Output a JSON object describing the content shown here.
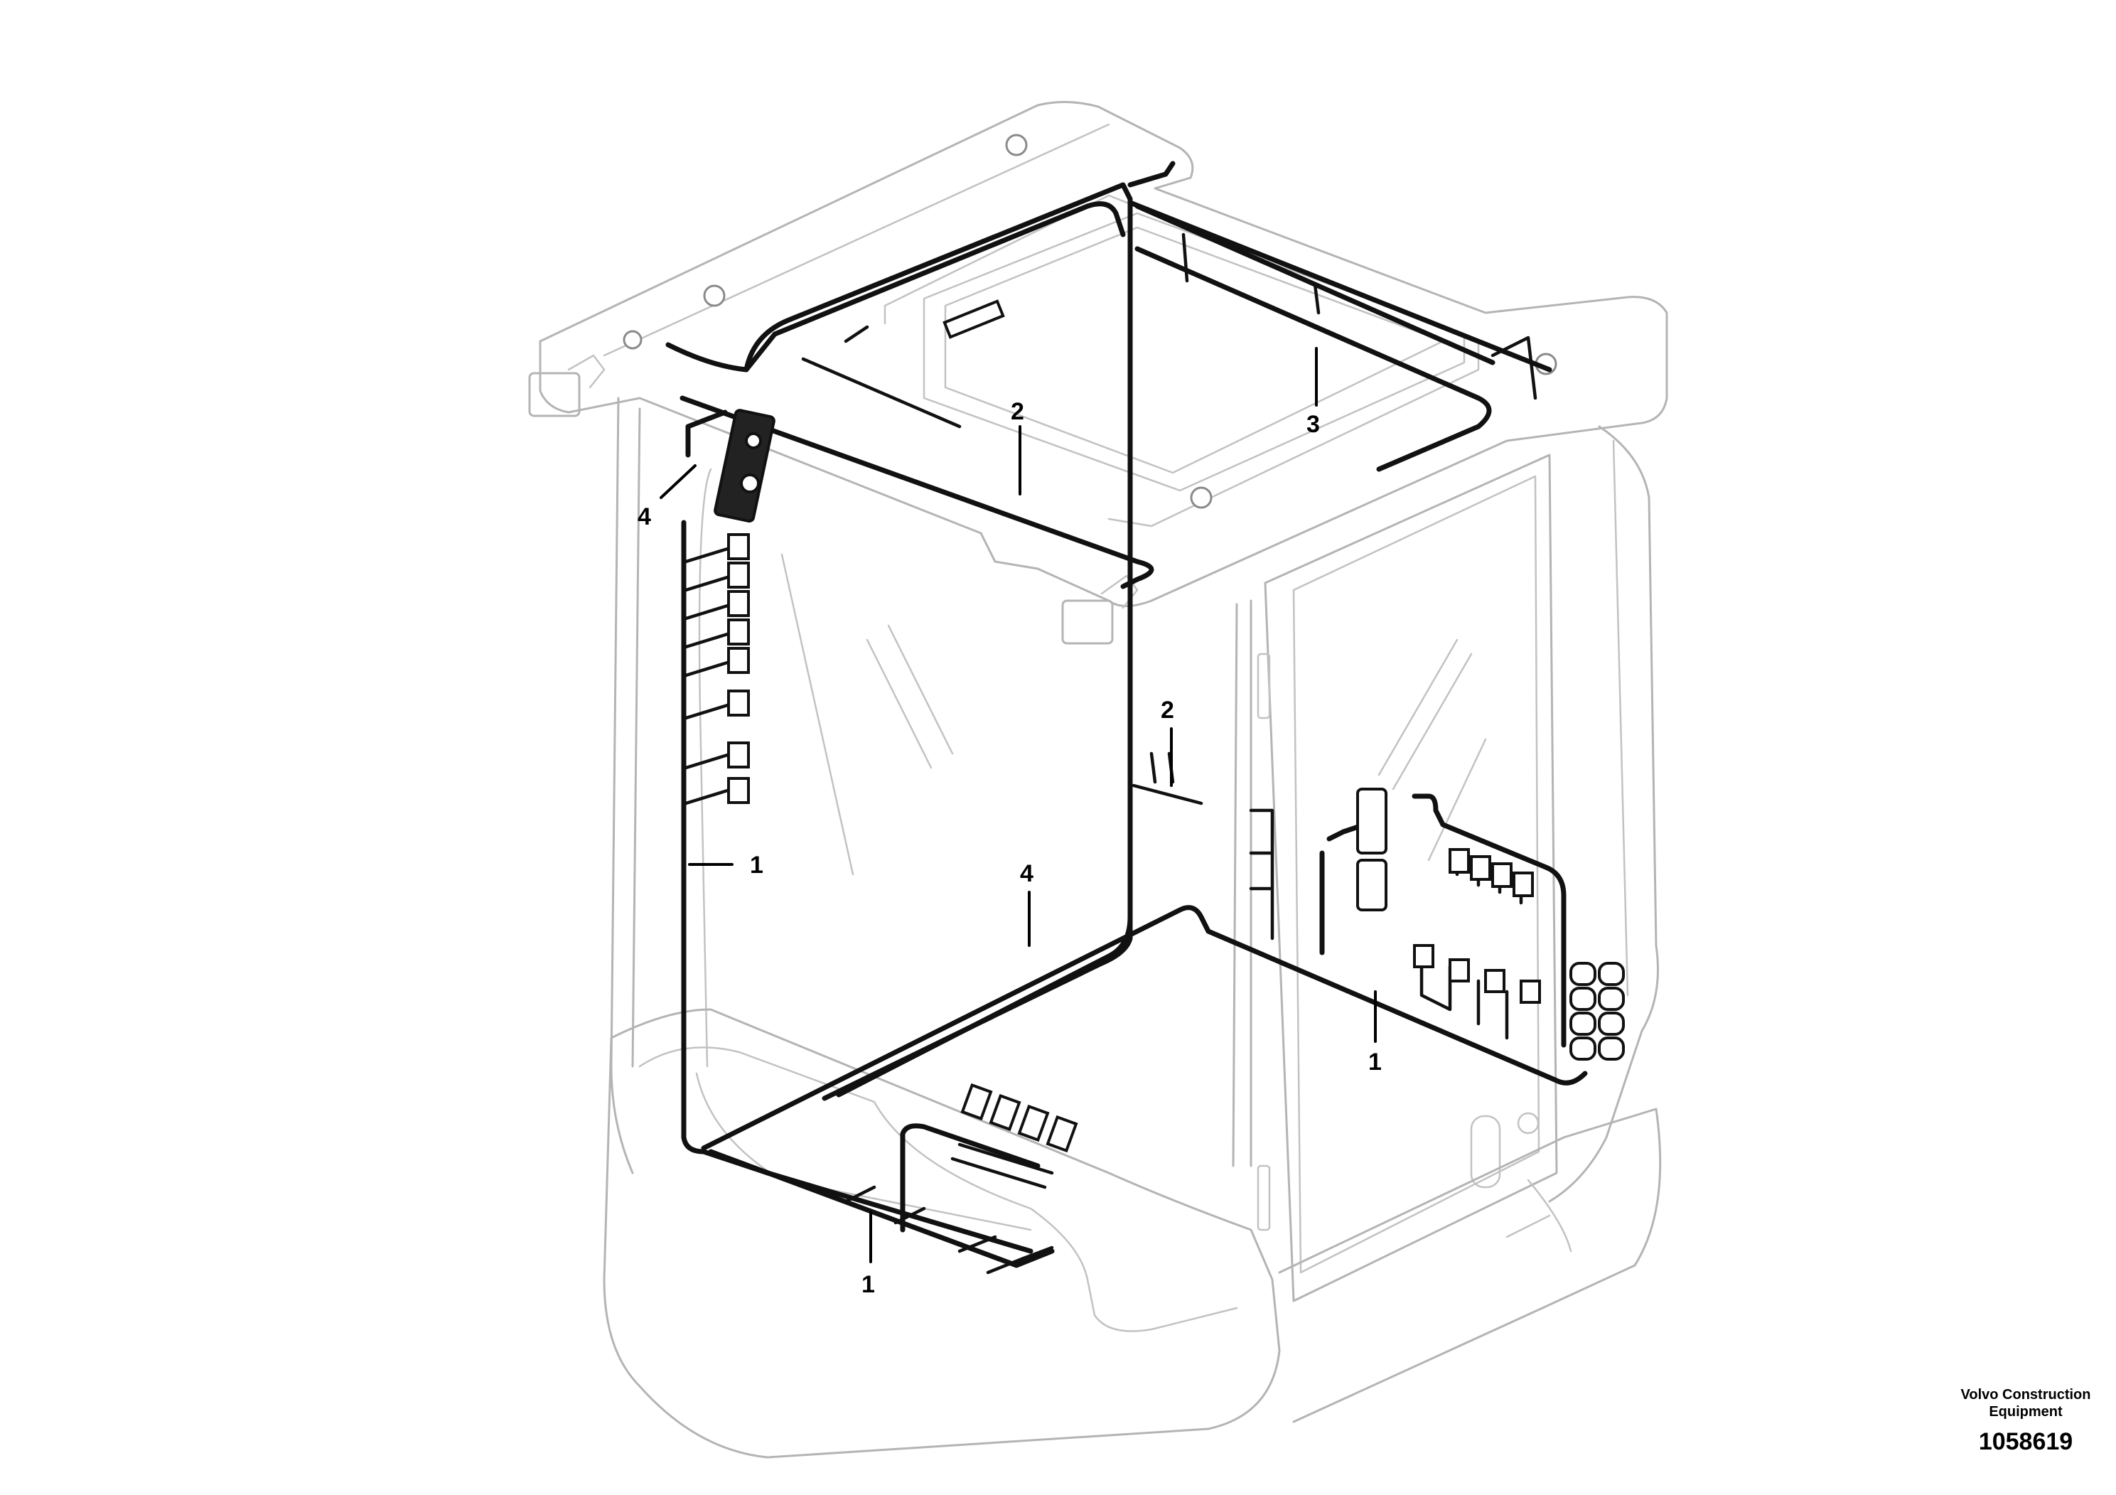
{
  "diagram": {
    "callouts": [
      {
        "id": "c1a",
        "label": "1"
      },
      {
        "id": "c1b",
        "label": "1"
      },
      {
        "id": "c1c",
        "label": "1"
      },
      {
        "id": "c2a",
        "label": "2"
      },
      {
        "id": "c2b",
        "label": "2"
      },
      {
        "id": "c3",
        "label": "3"
      },
      {
        "id": "c4a",
        "label": "4"
      },
      {
        "id": "c4b",
        "label": "4"
      }
    ]
  },
  "footer": {
    "publisher_line1": "Volvo Construction",
    "publisher_line2": "Equipment",
    "document_number": "1058619"
  }
}
